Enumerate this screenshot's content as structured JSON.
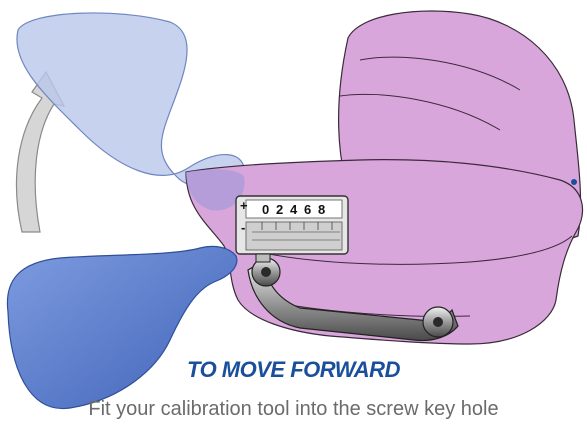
{
  "caption": {
    "title": "TO MOVE FORWARD",
    "body": "Fit your calibration tool into the screw key hole"
  },
  "scale": {
    "plus_sign": "+",
    "minus_sign": "-",
    "digits": [
      "0",
      "2",
      "4",
      "6",
      "8"
    ]
  },
  "colors": {
    "appliance_pink": "#d9a6dc",
    "tool_light_blue": "#b9c7ea",
    "tool_dark_blue": "#5c7fcf",
    "arrow_gray": "#d6d6d6",
    "caption_blue": "#1a4f9c",
    "caption_gray": "#6b6b6b"
  }
}
